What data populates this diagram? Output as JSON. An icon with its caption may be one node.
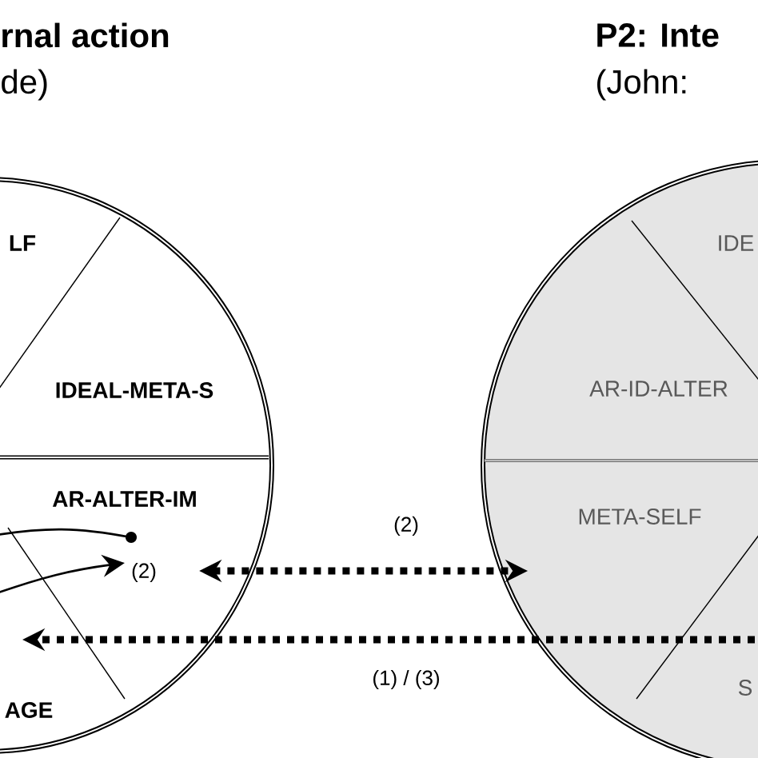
{
  "diagram": {
    "nodes": [
      {
        "text": [
          "rnal action",
          "de)"
        ]
      },
      {
        "text": [
          "P2: Inte",
          "(John:"
        ]
      },
      {
        "text": [
          "LF"
        ],
        "in": 0
      },
      {
        "text": [
          "IDEAL-META-S"
        ],
        "in": 0
      },
      {
        "text": [
          "AR-ALTER-IM"
        ],
        "in": 0
      },
      {
        "text": [
          "AGE"
        ],
        "in": 0
      },
      {
        "text": [
          "IDE"
        ],
        "in": 1
      },
      {
        "text": [
          "AR-ID-ALTER"
        ],
        "in": 1
      },
      {
        "text": [
          "META-SELF"
        ],
        "in": 1
      },
      {
        "text": [
          "S"
        ],
        "in": 1
      }
    ],
    "edges": [
      {
        "from": 4,
        "to": 8,
        "arrow": "both",
        "style": "dashed",
        "label": "(2)"
      },
      {
        "from": null,
        "to": 5,
        "arrow": "to",
        "style": "dashed",
        "label": "(1) / (3)"
      },
      {
        "from": null,
        "to": 4,
        "arrow": "to",
        "label": "(2)"
      },
      {
        "from": null,
        "to": 4,
        "arrow": "other"
      }
    ]
  }
}
